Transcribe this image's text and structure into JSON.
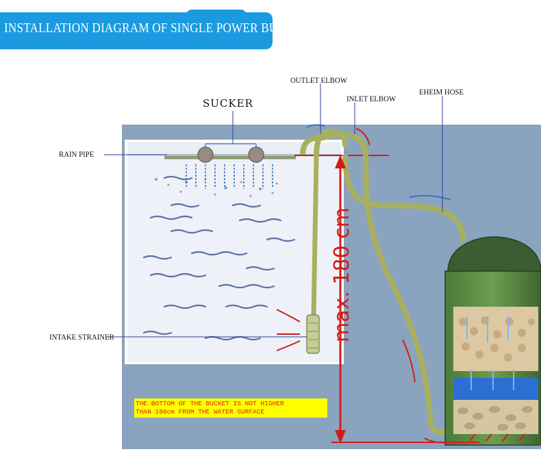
{
  "header": {
    "title": "INSTALLATION DIAGRAM OF SINGLE POWER BUCKET"
  },
  "labels": {
    "sucker": "SUCKER",
    "rain_pipe": "RAIN PIPE",
    "outlet_elbow": "OUTLET ELBOW",
    "inlet_elbow": "INLET ELBOW",
    "eheim_hose": "EHEIM HOSE",
    "intake_strainer": "INTAKE STRAINER"
  },
  "measurement": {
    "max_height": "max. 180 cm"
  },
  "note": {
    "line1": "THE BOTTOM OF THE BUCKET IS NOT HIGHER",
    "line2": "THAN 180cm FROM THE WATER SURFACE"
  },
  "colors": {
    "banner": "#1a9ae0",
    "pipe": "#a8b060",
    "arrow_red": "#d21c1c",
    "note_bg": "#ffff00",
    "note_text": "#e0191c"
  }
}
